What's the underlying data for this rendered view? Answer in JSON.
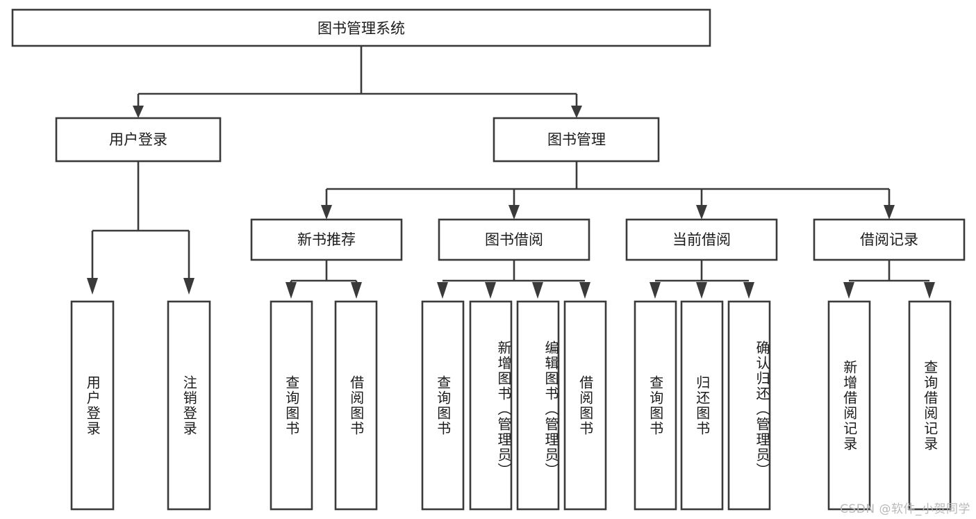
{
  "diagram": {
    "title": "图书管理系统",
    "type": "tree-hierarchy-diagram",
    "watermark": "CSDN @软件_小贺同学",
    "colors": {
      "box_stroke": "#3a3a3a",
      "box_fill": "#ffffff",
      "text": "#1b1b1b",
      "watermark": "#b9b9b9",
      "background": "#ffffff"
    },
    "root": {
      "label": "图书管理系统"
    },
    "level2": [
      {
        "label": "用户登录"
      },
      {
        "label": "图书管理"
      }
    ],
    "level3": [
      {
        "label": "新书推荐"
      },
      {
        "label": "图书借阅"
      },
      {
        "label": "当前借阅"
      },
      {
        "label": "借阅记录"
      }
    ],
    "leaves": {
      "user_login": [
        {
          "label": "用户登录"
        },
        {
          "label": "注销登录"
        }
      ],
      "new_book_recommend": [
        {
          "label": "查询图书"
        },
        {
          "label": "借阅图书"
        }
      ],
      "book_borrow": [
        {
          "label": "查询图书"
        },
        {
          "label": "新增图书（管理员）"
        },
        {
          "label": "编辑图书（管理员）"
        },
        {
          "label": "借阅图书"
        }
      ],
      "current_borrow": [
        {
          "label": "查询图书"
        },
        {
          "label": "归还图书"
        },
        {
          "label": "确认归还（管理员）"
        }
      ],
      "borrow_record": [
        {
          "label": "新增借阅记录"
        },
        {
          "label": "查询借阅记录"
        }
      ]
    }
  }
}
